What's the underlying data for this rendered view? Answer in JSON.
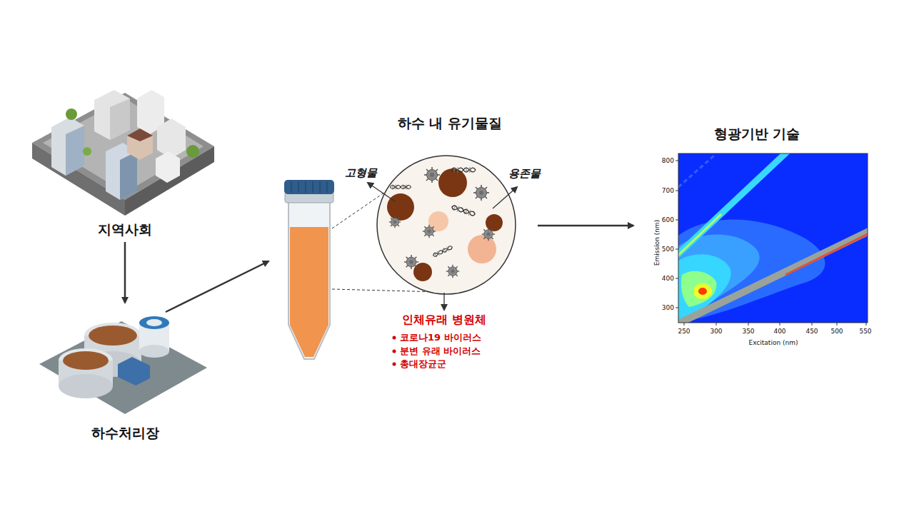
{
  "diagram": {
    "nodes": [
      {
        "text": [
          "지역사회"
        ]
      },
      {
        "text": [
          "하수처리장"
        ]
      },
      {
        "text": [
          "하수 내 유기물질"
        ]
      },
      {
        "text": [
          "형광기반 기술"
        ]
      }
    ],
    "edges": [
      {
        "from": 0,
        "to": 1,
        "arrow": "to"
      },
      {
        "from": 2,
        "to": 3,
        "arrow": "to"
      }
    ],
    "labels": [
      "고형물",
      "용존물",
      "인체유래 병원체",
      "코로나19 바이러스",
      "분변 유래 바이러스",
      "총대장균군",
      "800",
      "700",
      "600",
      "500",
      "400",
      "300",
      "250",
      "300",
      "350",
      "400",
      "450",
      "500",
      "550",
      "Emission (nm)",
      "Excitation (nm)"
    ]
  }
}
